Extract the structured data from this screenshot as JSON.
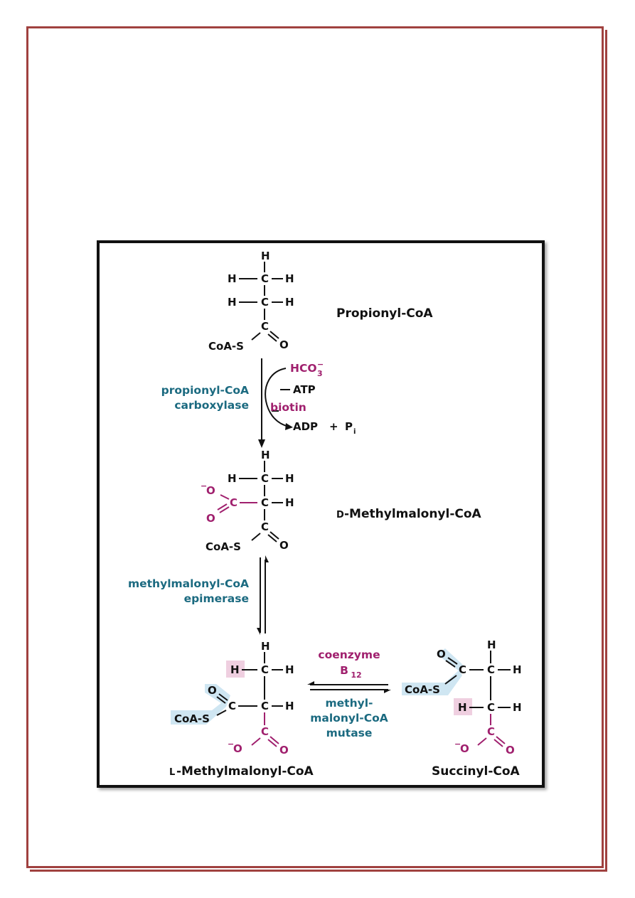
{
  "colors": {
    "border": "#a0413f",
    "enzyme": "#1b6a80",
    "cofactor": "#a0206e",
    "highlight_blue": "#cfe6f2",
    "highlight_pink": "#efcfe0"
  },
  "compounds": {
    "propionyl": "Propionyl-CoA",
    "d_small": "D",
    "d_rest": "-Methylmalonyl-CoA",
    "l_small": "L",
    "l_rest": "-Methylmalonyl-CoA",
    "succinyl": "Succinyl-CoA"
  },
  "step1": {
    "enzyme_line1": "propionyl-CoA",
    "enzyme_line2": "carboxylase",
    "hco3": "HCO",
    "hco3_sub": "3",
    "hco3_sup": "−",
    "atp": "ATP",
    "biotin": "biotin",
    "adp": "ADP",
    "plus": "+",
    "pi": "P",
    "pi_sub": "i"
  },
  "step2": {
    "enzyme_line1": "methylmalonyl-CoA",
    "enzyme_line2": "epimerase"
  },
  "step3": {
    "cofactor_line1": "coenzyme",
    "cofactor_b": "B",
    "cofactor_sub": "12",
    "enzyme_line1": "methyl-",
    "enzyme_line2": "malonyl-CoA",
    "enzyme_line3": "mutase"
  },
  "atoms": {
    "H": "H",
    "C": "C",
    "O": "O",
    "minus": "−",
    "coa_s": "CoA-S"
  }
}
